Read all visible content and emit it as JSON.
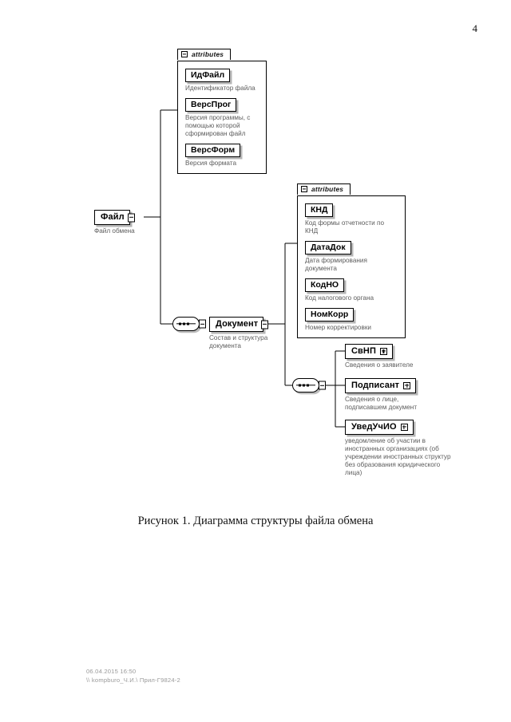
{
  "page": {
    "number": "4",
    "caption": "Рисунок 1. Диаграмма структуры файла обмена",
    "footer_line1": "06.04.2015 16:50",
    "footer_line2": "\\\\ kompburo_Ч.И.\\ Прил-Г9824-2"
  },
  "diagram": {
    "title": "Диаграмма структуры файла обмена",
    "root": {
      "label": "Файл",
      "description": "Файл обмена",
      "handle_icon": "child-handle-icon"
    },
    "document": {
      "label": "Документ",
      "description": "Состав и структура документа",
      "handle_icon": "child-handle-icon"
    },
    "sequence_icon": "sequence-compositor-icon",
    "attributes_panels": [
      {
        "id": "file-attributes",
        "tab_label": "attributes",
        "collapse_icon": "minus-box-icon",
        "items": [
          {
            "name": "ИдФайл",
            "description": "Идентификатор файла"
          },
          {
            "name": "ВерсПрог",
            "description": "Версия программы, с помощью которой сформирован файл"
          },
          {
            "name": "ВерсФорм",
            "description": "Версия формата"
          }
        ]
      },
      {
        "id": "document-attributes",
        "tab_label": "attributes",
        "collapse_icon": "minus-box-icon",
        "items": [
          {
            "name": "КНД",
            "description": "Код формы отчетности по КНД"
          },
          {
            "name": "ДатаДок",
            "description": "Дата формирования документа"
          },
          {
            "name": "КодНО",
            "description": "Код налогового органа"
          },
          {
            "name": "НомКорр",
            "description": "Номер корректировки"
          }
        ]
      }
    ],
    "document_children": [
      {
        "label": "СвНП",
        "description": "Сведения о заявителе",
        "expand_icon": "plus-box-icon"
      },
      {
        "label": "Подписант",
        "description": "Сведения о лице, подписавшем документ",
        "expand_icon": "plus-box-icon"
      },
      {
        "label": "УведУчИО",
        "description": "уведомление об участии в иностранных организациях (об учреждении иностранных структур без образования юридического лица)",
        "expand_icon": "plus-box-icon"
      }
    ]
  },
  "colors": {
    "ink": "#000000",
    "desc_gray": "#5c5c5c",
    "footer_gray": "#9a9a9a",
    "paper": "#ffffff"
  }
}
